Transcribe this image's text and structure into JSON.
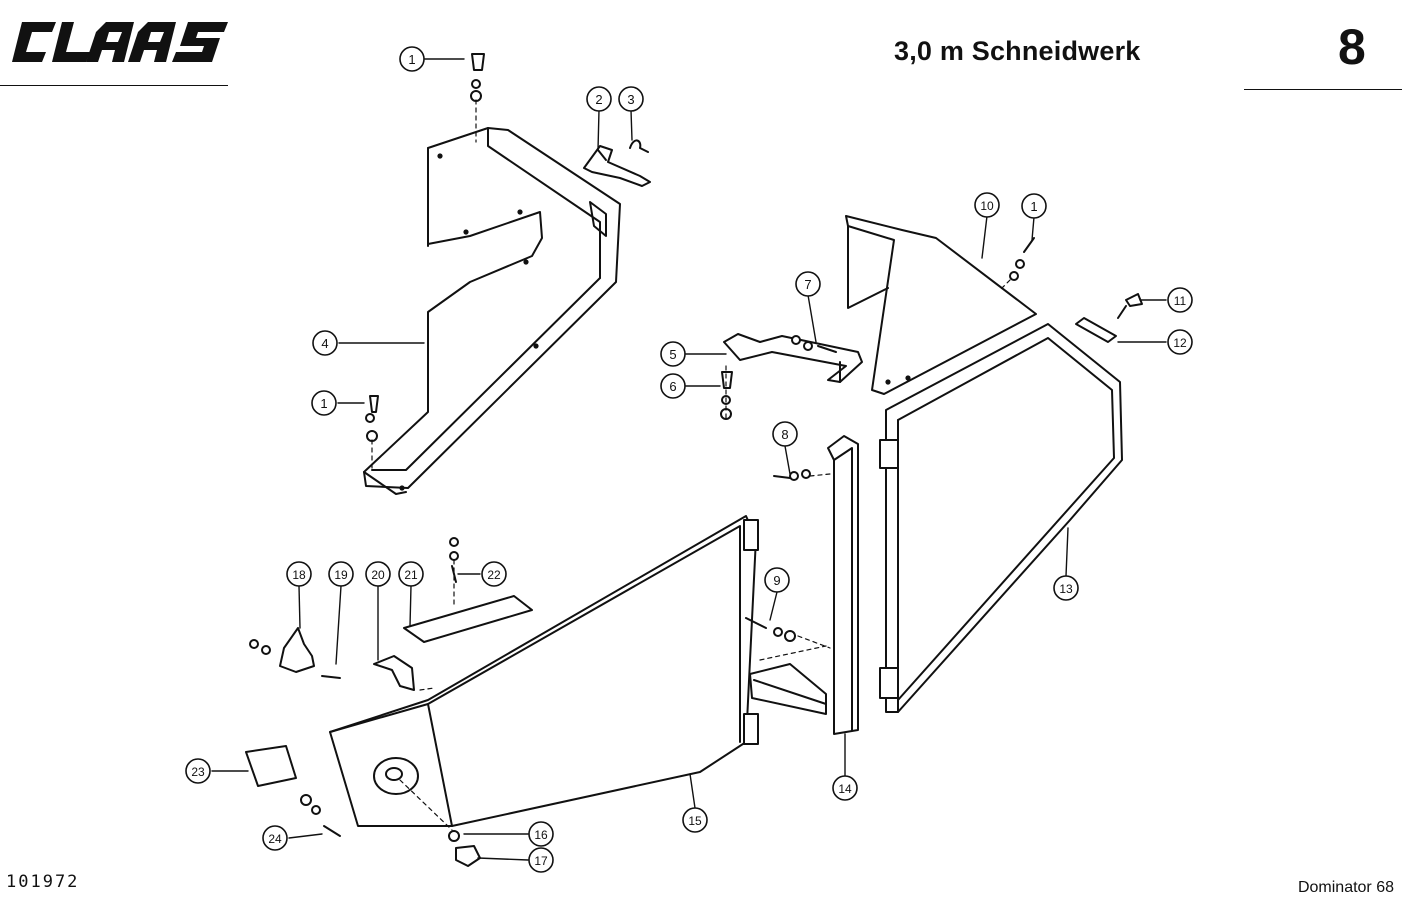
{
  "brand": "CLAAS",
  "title": "3,0 m Schneidwerk",
  "page_number": "8",
  "document_number": "101972",
  "machine": "Dominator 68",
  "callouts": [
    {
      "id": "c1a",
      "label": "1"
    },
    {
      "id": "c2",
      "label": "2"
    },
    {
      "id": "c3",
      "label": "3"
    },
    {
      "id": "c4",
      "label": "4"
    },
    {
      "id": "c1b",
      "label": "1"
    },
    {
      "id": "c10",
      "label": "10"
    },
    {
      "id": "c1c",
      "label": "1"
    },
    {
      "id": "c7",
      "label": "7"
    },
    {
      "id": "c11",
      "label": "11"
    },
    {
      "id": "c12",
      "label": "12"
    },
    {
      "id": "c5",
      "label": "5"
    },
    {
      "id": "c6",
      "label": "6"
    },
    {
      "id": "c8",
      "label": "8"
    },
    {
      "id": "c18",
      "label": "18"
    },
    {
      "id": "c19",
      "label": "19"
    },
    {
      "id": "c20",
      "label": "20"
    },
    {
      "id": "c21",
      "label": "21"
    },
    {
      "id": "c22",
      "label": "22"
    },
    {
      "id": "c9",
      "label": "9"
    },
    {
      "id": "c13",
      "label": "13"
    },
    {
      "id": "c23",
      "label": "23"
    },
    {
      "id": "c14",
      "label": "14"
    },
    {
      "id": "c15",
      "label": "15"
    },
    {
      "id": "c24",
      "label": "24"
    },
    {
      "id": "c16",
      "label": "16"
    },
    {
      "id": "c17",
      "label": "17"
    }
  ]
}
